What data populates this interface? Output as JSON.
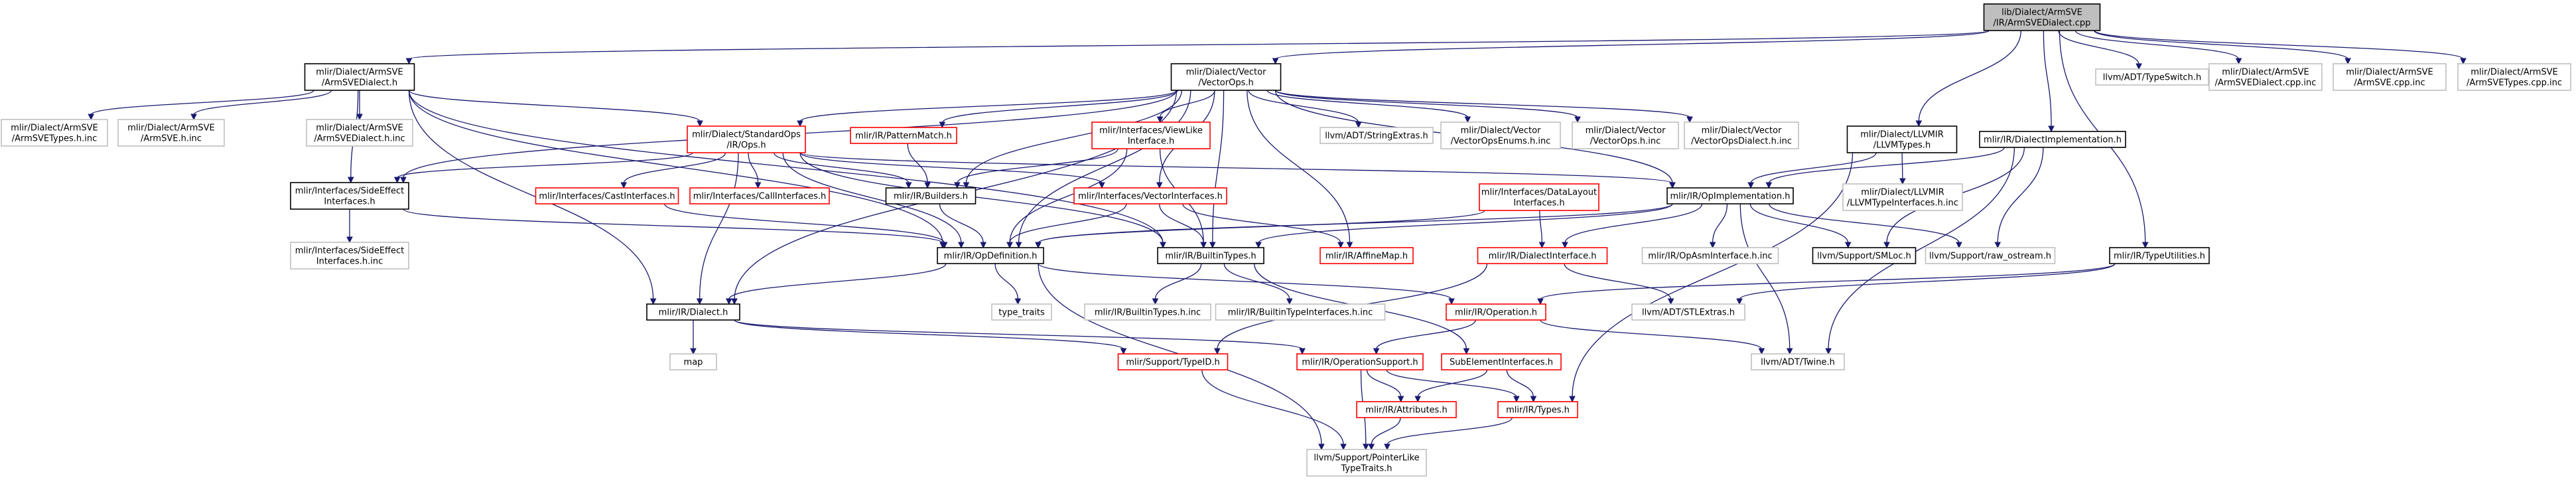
{
  "colors": {
    "edge": "#191970",
    "root_fill": "#bfbfbf",
    "root_stroke": "#000000",
    "documented_stroke": "#000000",
    "red_stroke": "#ff0000",
    "external_stroke": "#bfbfbf",
    "external_text": "#000000"
  },
  "nodes": [
    {
      "id": "root",
      "kind": "root",
      "lines": [
        "lib/Dialect/ArmSVE",
        "/IR/ArmSVEDialect.cpp"
      ]
    },
    {
      "id": "armsve_h",
      "kind": "documented",
      "lines": [
        "mlir/Dialect/ArmSVE",
        "/ArmSVEDialect.h"
      ]
    },
    {
      "id": "vectorops_h",
      "kind": "documented",
      "lines": [
        "mlir/Dialect/Vector",
        "/VectorOps.h"
      ]
    },
    {
      "id": "typeswitch",
      "kind": "external",
      "lines": [
        "llvm/ADT/TypeSwitch.h"
      ]
    },
    {
      "id": "armsve_dialect_cpp_inc",
      "kind": "external",
      "lines": [
        "mlir/Dialect/ArmSVE",
        "/ArmSVEDialect.cpp.inc"
      ]
    },
    {
      "id": "armsve_cpp_inc",
      "kind": "external",
      "lines": [
        "mlir/Dialect/ArmSVE",
        "/ArmSVE.cpp.inc"
      ]
    },
    {
      "id": "armsve_types_cpp_inc",
      "kind": "external",
      "lines": [
        "mlir/Dialect/ArmSVE",
        "/ArmSVETypes.cpp.inc"
      ]
    },
    {
      "id": "llvmir_types_h",
      "kind": "documented",
      "lines": [
        "mlir/Dialect/LLVMIR",
        "/LLVMTypes.h"
      ]
    },
    {
      "id": "dialect_impl_h",
      "kind": "documented",
      "lines": [
        "mlir/IR/DialectImplementation.h"
      ]
    },
    {
      "id": "type_utilities_h",
      "kind": "documented",
      "lines": [
        "mlir/IR/TypeUtilities.h"
      ]
    },
    {
      "id": "armsve_types_h_inc",
      "kind": "external",
      "lines": [
        "mlir/Dialect/ArmSVE",
        "/ArmSVETypes.h.inc"
      ]
    },
    {
      "id": "armsve_h_inc",
      "kind": "external",
      "lines": [
        "mlir/Dialect/ArmSVE",
        "/ArmSVE.h.inc"
      ]
    },
    {
      "id": "armsve_dialect_h_inc",
      "kind": "external",
      "lines": [
        "mlir/Dialect/ArmSVE",
        "/ArmSVEDialect.h.inc"
      ]
    },
    {
      "id": "stdops_h",
      "kind": "red",
      "lines": [
        "mlir/Dialect/StandardOps",
        "/IR/Ops.h"
      ]
    },
    {
      "id": "pattern_match_h",
      "kind": "red",
      "lines": [
        "mlir/IR/PatternMatch.h"
      ]
    },
    {
      "id": "viewlike_h",
      "kind": "red",
      "lines": [
        "mlir/Interfaces/ViewLike",
        "Interface.h"
      ]
    },
    {
      "id": "string_extras",
      "kind": "external",
      "lines": [
        "llvm/ADT/StringExtras.h"
      ]
    },
    {
      "id": "vectorops_enums_h_inc",
      "kind": "external",
      "lines": [
        "mlir/Dialect/Vector",
        "/VectorOpsEnums.h.inc"
      ]
    },
    {
      "id": "vectorops_h_inc",
      "kind": "external",
      "lines": [
        "mlir/Dialect/Vector",
        "/VectorOps.h.inc"
      ]
    },
    {
      "id": "vectorops_dialect_h_inc",
      "kind": "external",
      "lines": [
        "mlir/Dialect/Vector",
        "/VectorOpsDialect.h.inc"
      ]
    },
    {
      "id": "llvm_type_interfaces_h_inc",
      "kind": "external",
      "lines": [
        "mlir/Dialect/LLVMIR",
        "/LLVMTypeInterfaces.h.inc"
      ]
    },
    {
      "id": "side_effect_h",
      "kind": "documented",
      "lines": [
        "mlir/Interfaces/SideEffect",
        "Interfaces.h"
      ]
    },
    {
      "id": "cast_interfaces_h",
      "kind": "red",
      "lines": [
        "mlir/Interfaces/CastInterfaces.h"
      ]
    },
    {
      "id": "call_interfaces_h",
      "kind": "red",
      "lines": [
        "mlir/Interfaces/CallInterfaces.h"
      ]
    },
    {
      "id": "builders_h",
      "kind": "documented",
      "lines": [
        "mlir/IR/Builders.h"
      ]
    },
    {
      "id": "vector_interfaces_h",
      "kind": "red",
      "lines": [
        "mlir/Interfaces/VectorInterfaces.h"
      ]
    },
    {
      "id": "data_layout_h",
      "kind": "red",
      "lines": [
        "mlir/Interfaces/DataLayout",
        "Interfaces.h"
      ]
    },
    {
      "id": "op_impl_h",
      "kind": "documented",
      "lines": [
        "mlir/IR/OpImplementation.h"
      ]
    },
    {
      "id": "side_effect_h_inc",
      "kind": "external",
      "lines": [
        "mlir/Interfaces/SideEffect",
        "Interfaces.h.inc"
      ]
    },
    {
      "id": "op_definition_h",
      "kind": "documented",
      "lines": [
        "mlir/IR/OpDefinition.h"
      ]
    },
    {
      "id": "builtin_types_h",
      "kind": "documented",
      "lines": [
        "mlir/IR/BuiltinTypes.h"
      ]
    },
    {
      "id": "affine_map_h",
      "kind": "red",
      "lines": [
        "mlir/IR/AffineMap.h"
      ]
    },
    {
      "id": "dialect_interface_h",
      "kind": "red",
      "lines": [
        "mlir/IR/DialectInterface.h"
      ]
    },
    {
      "id": "opasm_interface_h_inc",
      "kind": "external",
      "lines": [
        "mlir/IR/OpAsmInterface.h.inc"
      ]
    },
    {
      "id": "smloc_h",
      "kind": "documented",
      "lines": [
        "llvm/Support/SMLoc.h"
      ]
    },
    {
      "id": "raw_ostream_h",
      "kind": "external",
      "lines": [
        "llvm/Support/raw_ostream.h"
      ]
    },
    {
      "id": "type_traits",
      "kind": "external",
      "lines": [
        "type_traits"
      ]
    },
    {
      "id": "builtin_types_h_inc",
      "kind": "external",
      "lines": [
        "mlir/IR/BuiltinTypes.h.inc"
      ]
    },
    {
      "id": "builtin_type_interfaces_h_inc",
      "kind": "external",
      "lines": [
        "mlir/IR/BuiltinTypeInterfaces.h.inc"
      ]
    },
    {
      "id": "stl_extras_h",
      "kind": "external",
      "lines": [
        "llvm/ADT/STLExtras.h"
      ]
    },
    {
      "id": "dialect_h",
      "kind": "documented",
      "lines": [
        "mlir/IR/Dialect.h"
      ]
    },
    {
      "id": "operation_h",
      "kind": "red",
      "lines": [
        "mlir/IR/Operation.h"
      ]
    },
    {
      "id": "map",
      "kind": "external",
      "lines": [
        "map"
      ]
    },
    {
      "id": "type_id_h",
      "kind": "red",
      "lines": [
        "mlir/Support/TypeID.h"
      ]
    },
    {
      "id": "operation_support_h",
      "kind": "red",
      "lines": [
        "mlir/IR/OperationSupport.h"
      ]
    },
    {
      "id": "subelement_h",
      "kind": "red",
      "lines": [
        "SubElementInterfaces.h"
      ]
    },
    {
      "id": "twine_h",
      "kind": "external",
      "lines": [
        "llvm/ADT/Twine.h"
      ]
    },
    {
      "id": "attributes_h",
      "kind": "red",
      "lines": [
        "mlir/IR/Attributes.h"
      ]
    },
    {
      "id": "types_h",
      "kind": "red",
      "lines": [
        "mlir/IR/Types.h"
      ]
    },
    {
      "id": "pointer_like_h",
      "kind": "external",
      "lines": [
        "llvm/Support/PointerLike",
        "TypeTraits.h"
      ]
    }
  ],
  "edges": [
    [
      "root",
      "armsve_h"
    ],
    [
      "root",
      "vectorops_h"
    ],
    [
      "root",
      "typeswitch"
    ],
    [
      "root",
      "armsve_dialect_cpp_inc"
    ],
    [
      "root",
      "armsve_cpp_inc"
    ],
    [
      "root",
      "armsve_types_cpp_inc"
    ],
    [
      "root",
      "llvmir_types_h"
    ],
    [
      "root",
      "dialect_impl_h"
    ],
    [
      "root",
      "type_utilities_h"
    ],
    [
      "armsve_h",
      "armsve_types_h_inc"
    ],
    [
      "armsve_h",
      "armsve_h_inc"
    ],
    [
      "armsve_h",
      "armsve_dialect_h_inc"
    ],
    [
      "armsve_h",
      "stdops_h"
    ],
    [
      "armsve_h",
      "side_effect_h"
    ],
    [
      "armsve_h",
      "op_definition_h"
    ],
    [
      "armsve_h",
      "dialect_h"
    ],
    [
      "armsve_h",
      "builtin_types_h"
    ],
    [
      "vectorops_h",
      "stdops_h"
    ],
    [
      "vectorops_h",
      "pattern_match_h"
    ],
    [
      "vectorops_h",
      "viewlike_h"
    ],
    [
      "vectorops_h",
      "string_extras"
    ],
    [
      "vectorops_h",
      "vectorops_enums_h_inc"
    ],
    [
      "vectorops_h",
      "vectorops_h_inc"
    ],
    [
      "vectorops_h",
      "vectorops_dialect_h_inc"
    ],
    [
      "vectorops_h",
      "side_effect_h"
    ],
    [
      "vectorops_h",
      "builders_h"
    ],
    [
      "vectorops_h",
      "vector_interfaces_h"
    ],
    [
      "vectorops_h",
      "op_definition_h"
    ],
    [
      "vectorops_h",
      "builtin_types_h"
    ],
    [
      "vectorops_h",
      "affine_map_h"
    ],
    [
      "vectorops_h",
      "dialect_h"
    ],
    [
      "vectorops_h",
      "op_impl_h"
    ],
    [
      "llvmir_types_h",
      "llvm_type_interfaces_h_inc"
    ],
    [
      "llvmir_types_h",
      "op_impl_h"
    ],
    [
      "llvmir_types_h",
      "types_h"
    ],
    [
      "dialect_impl_h",
      "op_impl_h"
    ],
    [
      "dialect_impl_h",
      "smloc_h"
    ],
    [
      "dialect_impl_h",
      "raw_ostream_h"
    ],
    [
      "dialect_impl_h",
      "twine_h"
    ],
    [
      "type_utilities_h",
      "operation_h"
    ],
    [
      "type_utilities_h",
      "stl_extras_h"
    ],
    [
      "stdops_h",
      "side_effect_h"
    ],
    [
      "stdops_h",
      "cast_interfaces_h"
    ],
    [
      "stdops_h",
      "call_interfaces_h"
    ],
    [
      "stdops_h",
      "builders_h"
    ],
    [
      "stdops_h",
      "vector_interfaces_h"
    ],
    [
      "stdops_h",
      "op_impl_h"
    ],
    [
      "stdops_h",
      "op_definition_h"
    ],
    [
      "stdops_h",
      "builtin_types_h"
    ],
    [
      "stdops_h",
      "dialect_h"
    ],
    [
      "pattern_match_h",
      "builders_h"
    ],
    [
      "viewlike_h",
      "builders_h"
    ],
    [
      "viewlike_h",
      "builtin_types_h"
    ],
    [
      "viewlike_h",
      "op_definition_h"
    ],
    [
      "side_effect_h",
      "side_effect_h_inc"
    ],
    [
      "side_effect_h",
      "op_definition_h"
    ],
    [
      "cast_interfaces_h",
      "op_definition_h"
    ],
    [
      "builders_h",
      "op_definition_h"
    ],
    [
      "vector_interfaces_h",
      "op_definition_h"
    ],
    [
      "vector_interfaces_h",
      "builtin_types_h"
    ],
    [
      "vector_interfaces_h",
      "affine_map_h"
    ],
    [
      "data_layout_h",
      "op_definition_h"
    ],
    [
      "data_layout_h",
      "dialect_interface_h"
    ],
    [
      "op_impl_h",
      "op_definition_h"
    ],
    [
      "op_impl_h",
      "builtin_types_h"
    ],
    [
      "op_impl_h",
      "dialect_interface_h"
    ],
    [
      "op_impl_h",
      "opasm_interface_h_inc"
    ],
    [
      "op_impl_h",
      "smloc_h"
    ],
    [
      "op_impl_h",
      "raw_ostream_h"
    ],
    [
      "op_impl_h",
      "twine_h"
    ],
    [
      "op_definition_h",
      "type_traits"
    ],
    [
      "op_definition_h",
      "dialect_h"
    ],
    [
      "op_definition_h",
      "operation_h"
    ],
    [
      "op_definition_h",
      "pointer_like_h"
    ],
    [
      "builtin_types_h",
      "builtin_types_h_inc"
    ],
    [
      "builtin_types_h",
      "builtin_type_interfaces_h_inc"
    ],
    [
      "builtin_types_h",
      "subelement_h"
    ],
    [
      "dialect_interface_h",
      "stl_extras_h"
    ],
    [
      "dialect_interface_h",
      "type_id_h"
    ],
    [
      "dialect_h",
      "map"
    ],
    [
      "dialect_h",
      "type_id_h"
    ],
    [
      "dialect_h",
      "operation_support_h"
    ],
    [
      "operation_h",
      "operation_support_h"
    ],
    [
      "operation_h",
      "twine_h"
    ],
    [
      "operation_support_h",
      "attributes_h"
    ],
    [
      "operation_support_h",
      "types_h"
    ],
    [
      "operation_support_h",
      "pointer_like_h"
    ],
    [
      "subelement_h",
      "attributes_h"
    ],
    [
      "subelement_h",
      "types_h"
    ],
    [
      "attributes_h",
      "pointer_like_h"
    ],
    [
      "types_h",
      "pointer_like_h"
    ],
    [
      "type_id_h",
      "pointer_like_h"
    ]
  ]
}
